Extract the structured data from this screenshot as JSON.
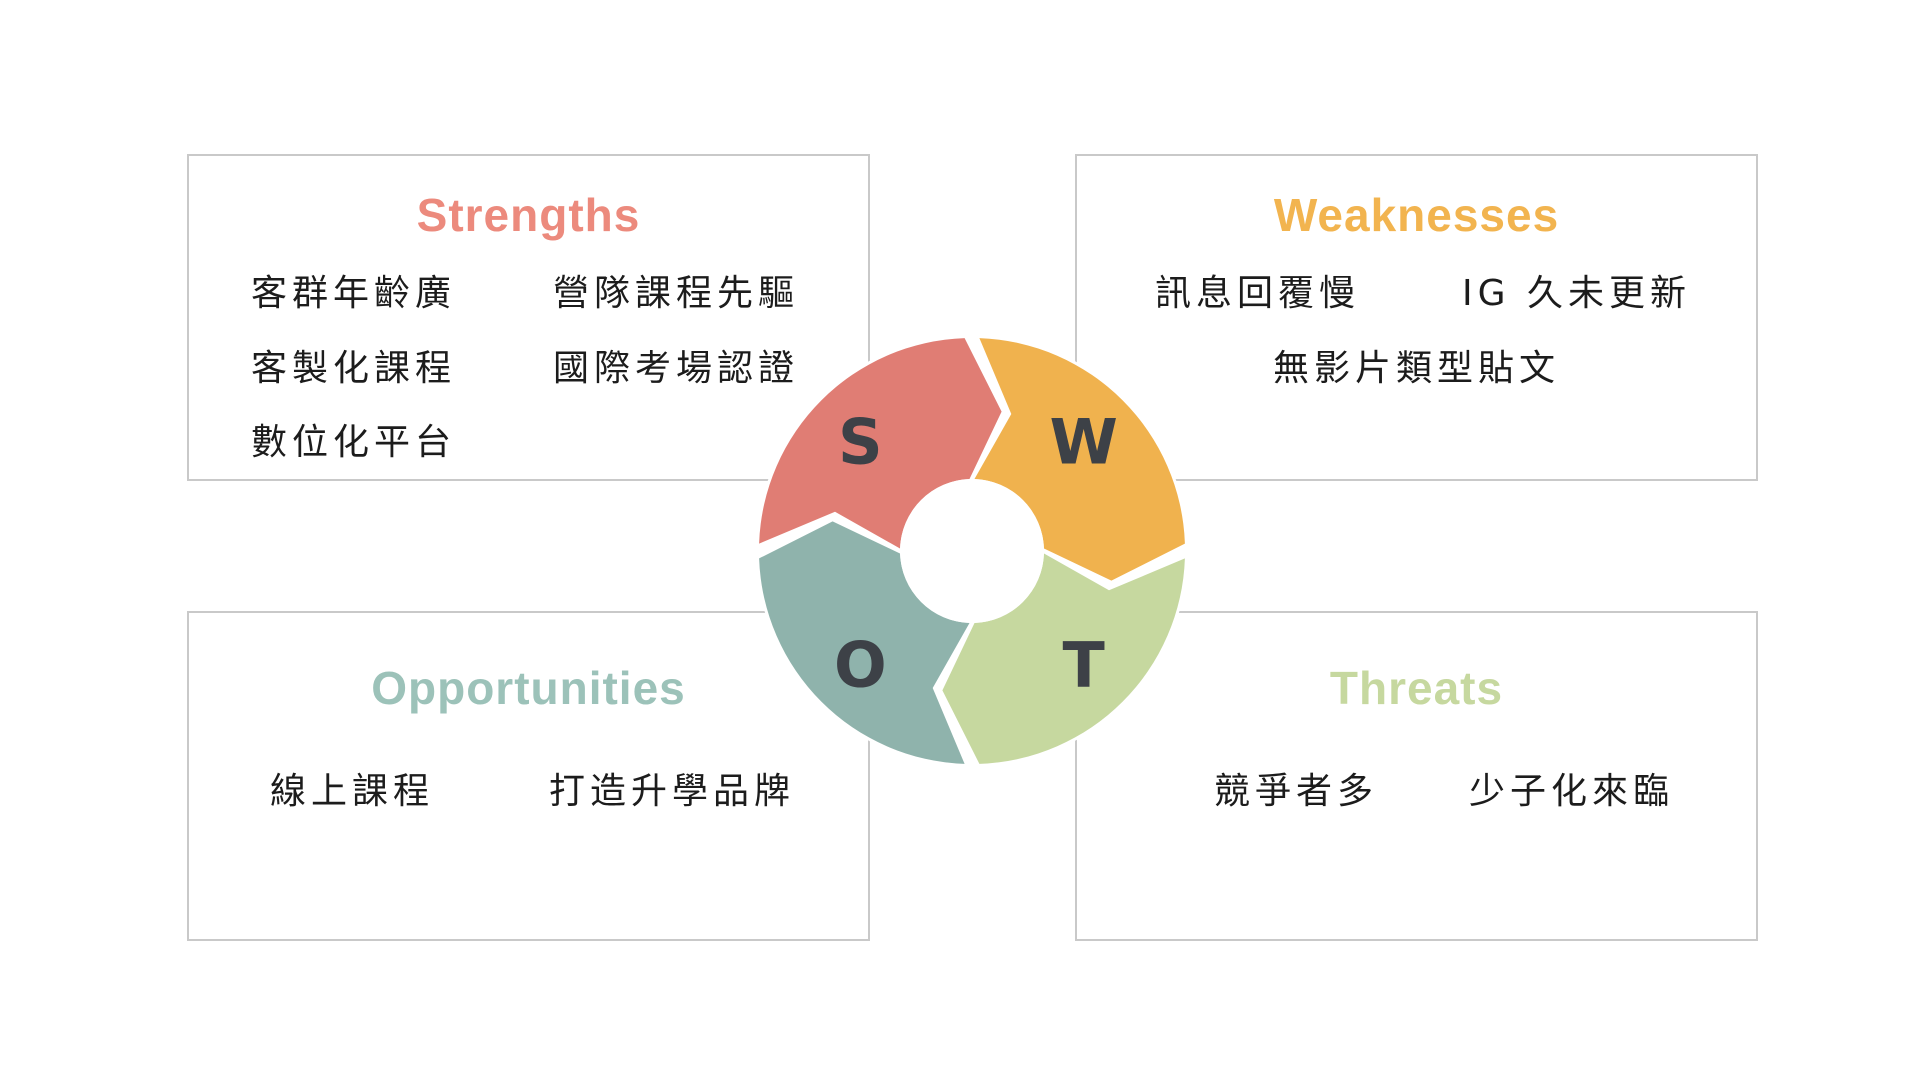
{
  "page": {
    "background": "#ffffff",
    "box_border_color": "#c9c9c9",
    "item_text_color": "#1c1c1c"
  },
  "wheel": {
    "letter_color": "#3d4147",
    "segments": {
      "s": {
        "letter": "S",
        "color": "#e07d74"
      },
      "w": {
        "letter": "W",
        "color": "#f0b24e"
      },
      "o": {
        "letter": "O",
        "color": "#8fb3ac"
      },
      "t": {
        "letter": "T",
        "color": "#c6d89f"
      }
    }
  },
  "quadrants": {
    "strengths": {
      "title": "Strengths",
      "title_color": "#ec8a7d",
      "rows": [
        [
          "客群年齡廣",
          "營隊課程先驅"
        ],
        [
          "客製化課程",
          "國際考場認證"
        ],
        [
          "數位化平台"
        ]
      ]
    },
    "weaknesses": {
      "title": "Weaknesses",
      "title_color": "#f2b44f",
      "rows": [
        [
          "訊息回覆慢",
          "IG 久未更新"
        ]
      ],
      "centered_row": "無影片類型貼文"
    },
    "opportunities": {
      "title": "Opportunities",
      "title_color": "#9cc2b9",
      "rows": [
        [
          "線上課程",
          "打造升學品牌"
        ]
      ]
    },
    "threats": {
      "title": "Threats",
      "title_color": "#c6d89f",
      "rows": [
        [
          "競爭者多",
          "少子化來臨"
        ]
      ]
    }
  }
}
